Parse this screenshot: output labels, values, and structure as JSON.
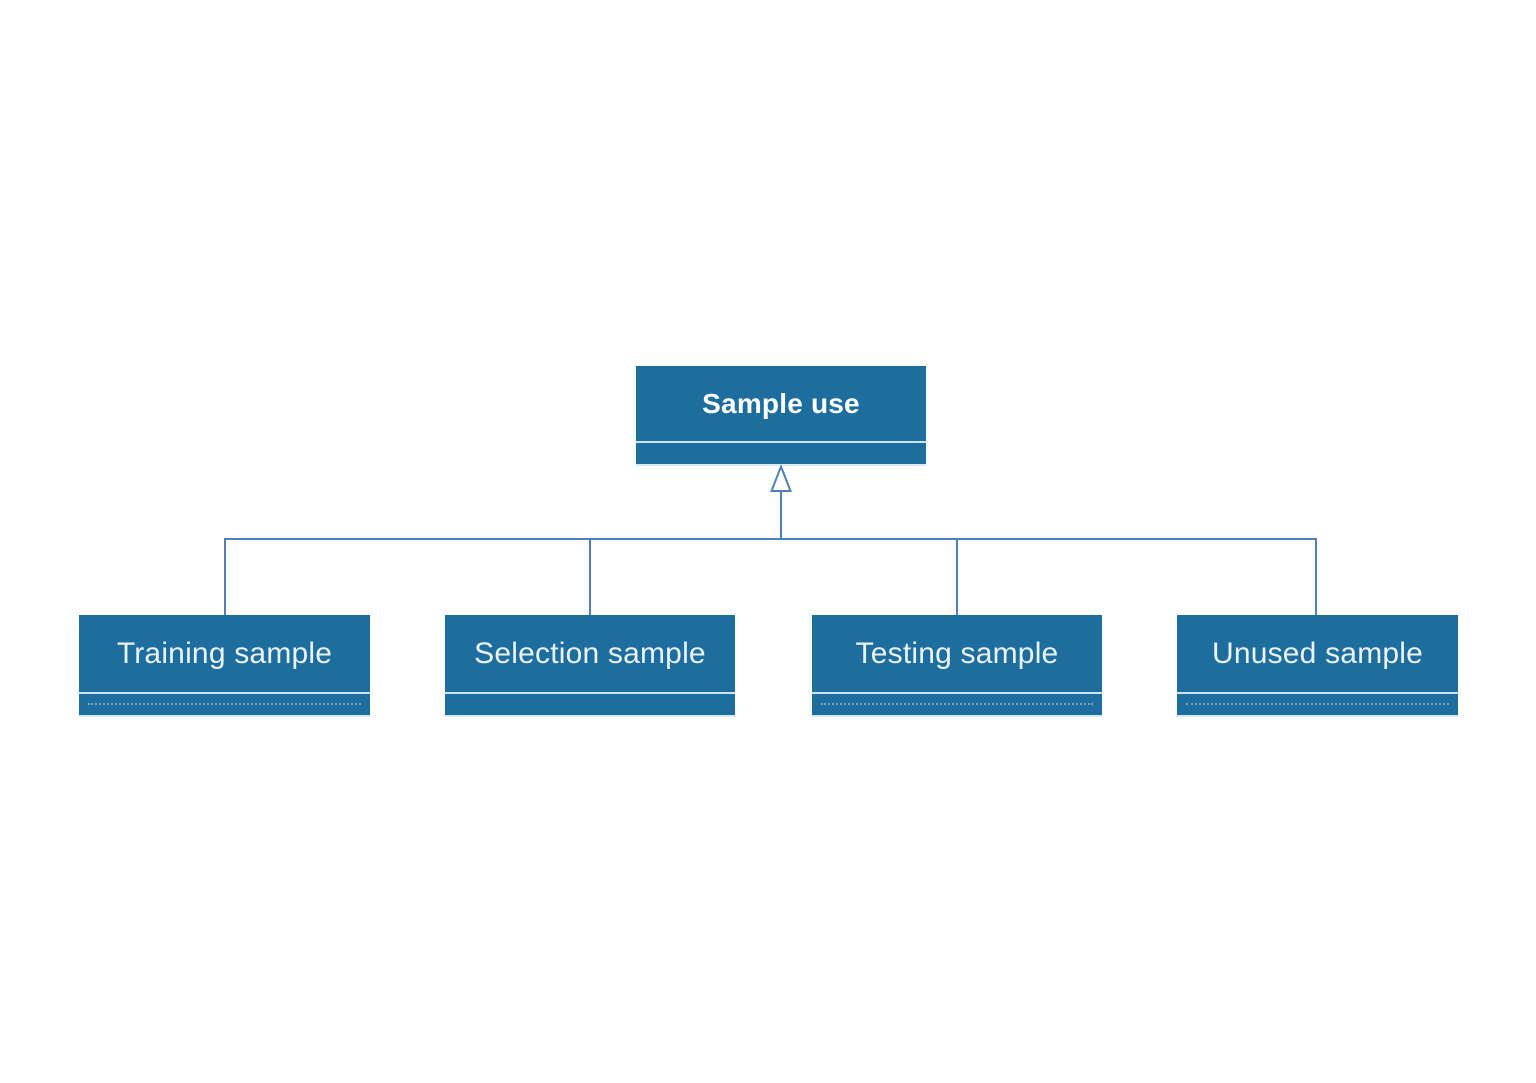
{
  "diagram": {
    "type": "hierarchy",
    "relationship": "generalization",
    "root": {
      "label": "Sample use"
    },
    "child_nodes": [
      {
        "label": "Training sample",
        "bottom_compartment": "dotted"
      },
      {
        "label": "Selection sample",
        "bottom_compartment": "plain"
      },
      {
        "label": "Testing sample",
        "bottom_compartment": "dotted"
      },
      {
        "label": "Unused sample",
        "bottom_compartment": "dotted"
      }
    ],
    "colors": {
      "node_fill": "#1d6e9e",
      "connector_line": "#4f81b8",
      "divider_line": "#cfe4f2",
      "node_text": "#ffffff",
      "background": "#ffffff"
    }
  }
}
